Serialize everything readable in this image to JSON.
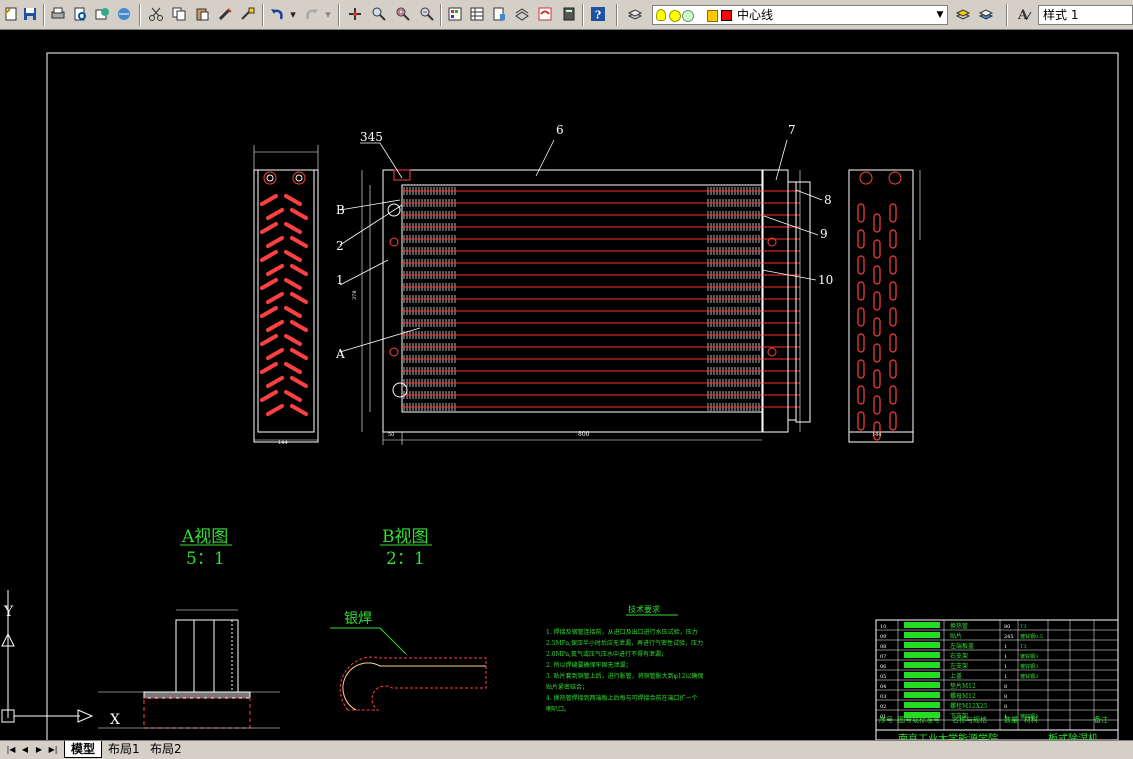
{
  "toolbar": {
    "layer_name": "中心线",
    "text_style": "样式 1",
    "layer_color": "#ff0000"
  },
  "drawing": {
    "part_numbers": [
      "345",
      "6",
      "7",
      "8",
      "9",
      "10",
      "1",
      "2",
      "B",
      "A"
    ],
    "view_a_title": "A视图",
    "view_a_scale": "5：1",
    "view_b_title": "B视图",
    "view_b_scale": "2：1",
    "weld_label": "银焊",
    "tech_req_title": "技术要求",
    "tech_req_lines": [
      "1.      焊接及钢管连接前，从进口及出口进行水压试验，压力",
      "2.5MPa,保压半小时后应无泄漏，再进行气密性试验，压力",
      "2.0MPa,氮气或压气压水中进行不得有泄漏；",
      "2.      所以焊缝要确保牢固无泄漏；",
      "3.      贴片套到铜管上后，进行胀管，将铜管胀大到φ12以确保",
      "贴片紧密结合；",
      "4.      换热管焊接到两端板上后每与可焊接合前在端口扩一个",
      "喇叭口。"
    ],
    "dimensions": {
      "width": "800",
      "height_left": "378",
      "bottom_left": "144",
      "bottom_right": "144",
      "left_ofs": "50"
    },
    "ucs_y": "Y",
    "ucs_x": "X"
  },
  "title_block": {
    "rows": [
      {
        "no": "10",
        "name": "换热管",
        "qty": "80",
        "mat": "T3"
      },
      {
        "no": "09",
        "name": "贴片",
        "qty": "245",
        "mat": "镀锌钢0.5"
      },
      {
        "no": "08",
        "name": "左端板盖",
        "qty": "1",
        "mat": "T3"
      },
      {
        "no": "07",
        "name": "右支架",
        "qty": "1",
        "mat": "镀锌钢3"
      },
      {
        "no": "06",
        "name": "左支架",
        "qty": "1",
        "mat": "镀锌钢3"
      },
      {
        "no": "05",
        "name": "上盖",
        "qty": "1",
        "mat": "镀锌钢3"
      },
      {
        "no": "04",
        "name": "垫片M12",
        "qty": "8",
        "mat": ""
      },
      {
        "no": "03",
        "name": "螺母M12",
        "qty": "8",
        "mat": ""
      },
      {
        "no": "02",
        "name": "螺栓M12X25",
        "qty": "8",
        "mat": ""
      },
      {
        "no": "01",
        "name": "下支架",
        "qty": "1",
        "mat": "镀锌钢3"
      }
    ],
    "header": [
      "序号",
      "图号或标准号",
      "名称与规格",
      "数量",
      "材料",
      "备注"
    ],
    "school": "南京工业大学能源学院",
    "drawing_name": "板式除湿机"
  },
  "tabs": [
    "模型",
    "布局1",
    "布局2"
  ]
}
